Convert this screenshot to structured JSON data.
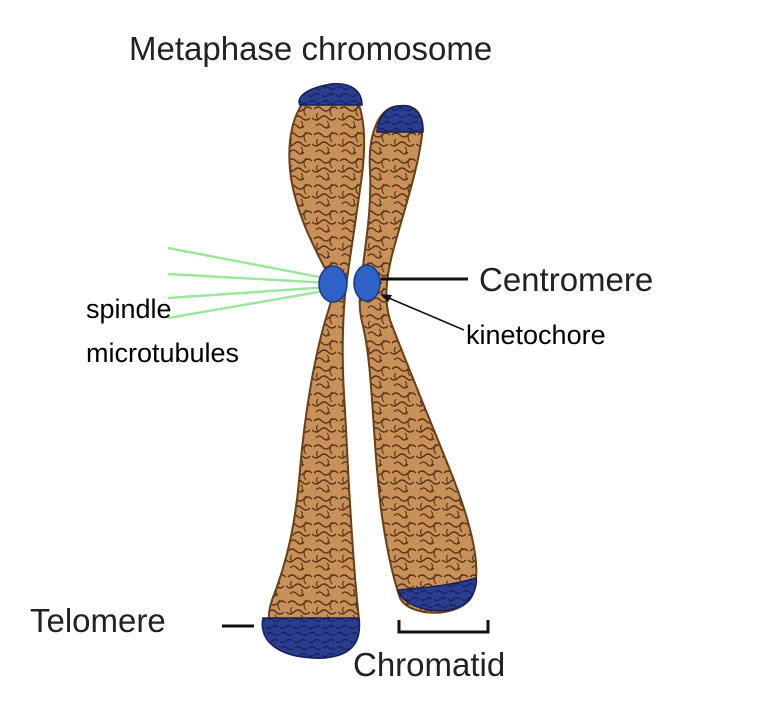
{
  "title": "Metaphase chromosome",
  "labels": {
    "centromere": "Centromere",
    "kinetochore": "kinetochore",
    "spindle_line1": "spindle",
    "spindle_line2": "microtubules",
    "telomere": "Telomere",
    "chromatid": "Chromatid"
  },
  "colors": {
    "chromatin": "#C8915A",
    "chromatin_stroke": "#5a3515",
    "telomere": "#2B3D8F",
    "kinetochore": "#2E62C9",
    "microtubule": "#9BE89B",
    "line": "#111111"
  }
}
